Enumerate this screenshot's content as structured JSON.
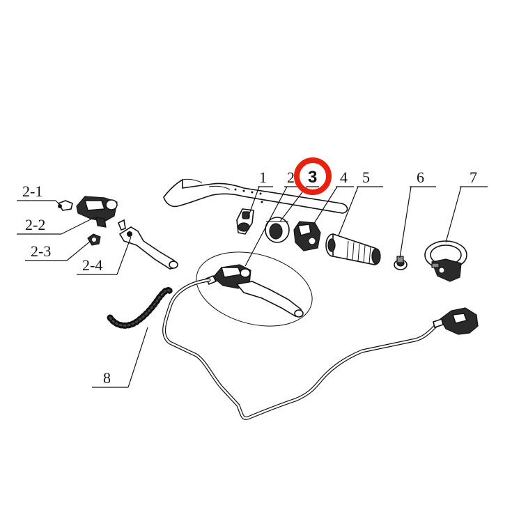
{
  "callouts": {
    "c1": "1",
    "c2": "2",
    "c3": "3",
    "c4": "4",
    "c5": "5",
    "c6": "6",
    "c7": "7",
    "c8": "8",
    "c2_1": "2-1",
    "c2_2": "2-2",
    "c2_3": "2-3",
    "c2_4": "2-4"
  },
  "highlight": {
    "label": "3",
    "ring_color": "#e8200f"
  },
  "colors": {
    "line": "#111111",
    "background": "#ffffff"
  }
}
